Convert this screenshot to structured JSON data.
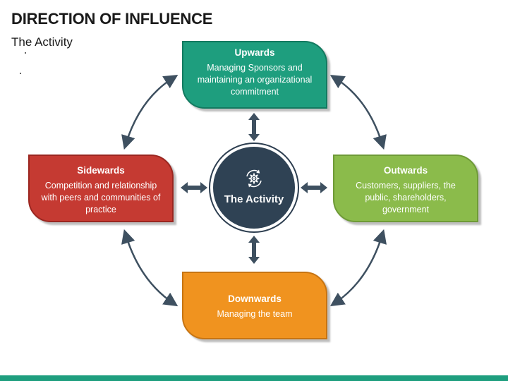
{
  "header": {
    "title": "DIRECTION OF INFLUENCE",
    "subtitle": "The Activity"
  },
  "center": {
    "label": "The Activity",
    "icon": "gear-cycle-icon",
    "color": "#2f4254"
  },
  "directions": {
    "upwards": {
      "title": "Upwards",
      "text": "Managing Sponsors and maintaining an organizational commitment",
      "color": "#1e9e7e"
    },
    "sidewards": {
      "title": "Sidewards",
      "text": "Competition and relationship with peers and communities of practice",
      "color": "#c53a32"
    },
    "outwards": {
      "title": "Outwards",
      "text": "Customers, suppliers, the public, shareholders, government",
      "color": "#8bbb4b"
    },
    "downwards": {
      "title": "Downwards",
      "text": "Managing the team",
      "color": "#f0931f"
    }
  },
  "colors": {
    "arrow": "#3e5060",
    "footer": "#1e9e7e"
  }
}
